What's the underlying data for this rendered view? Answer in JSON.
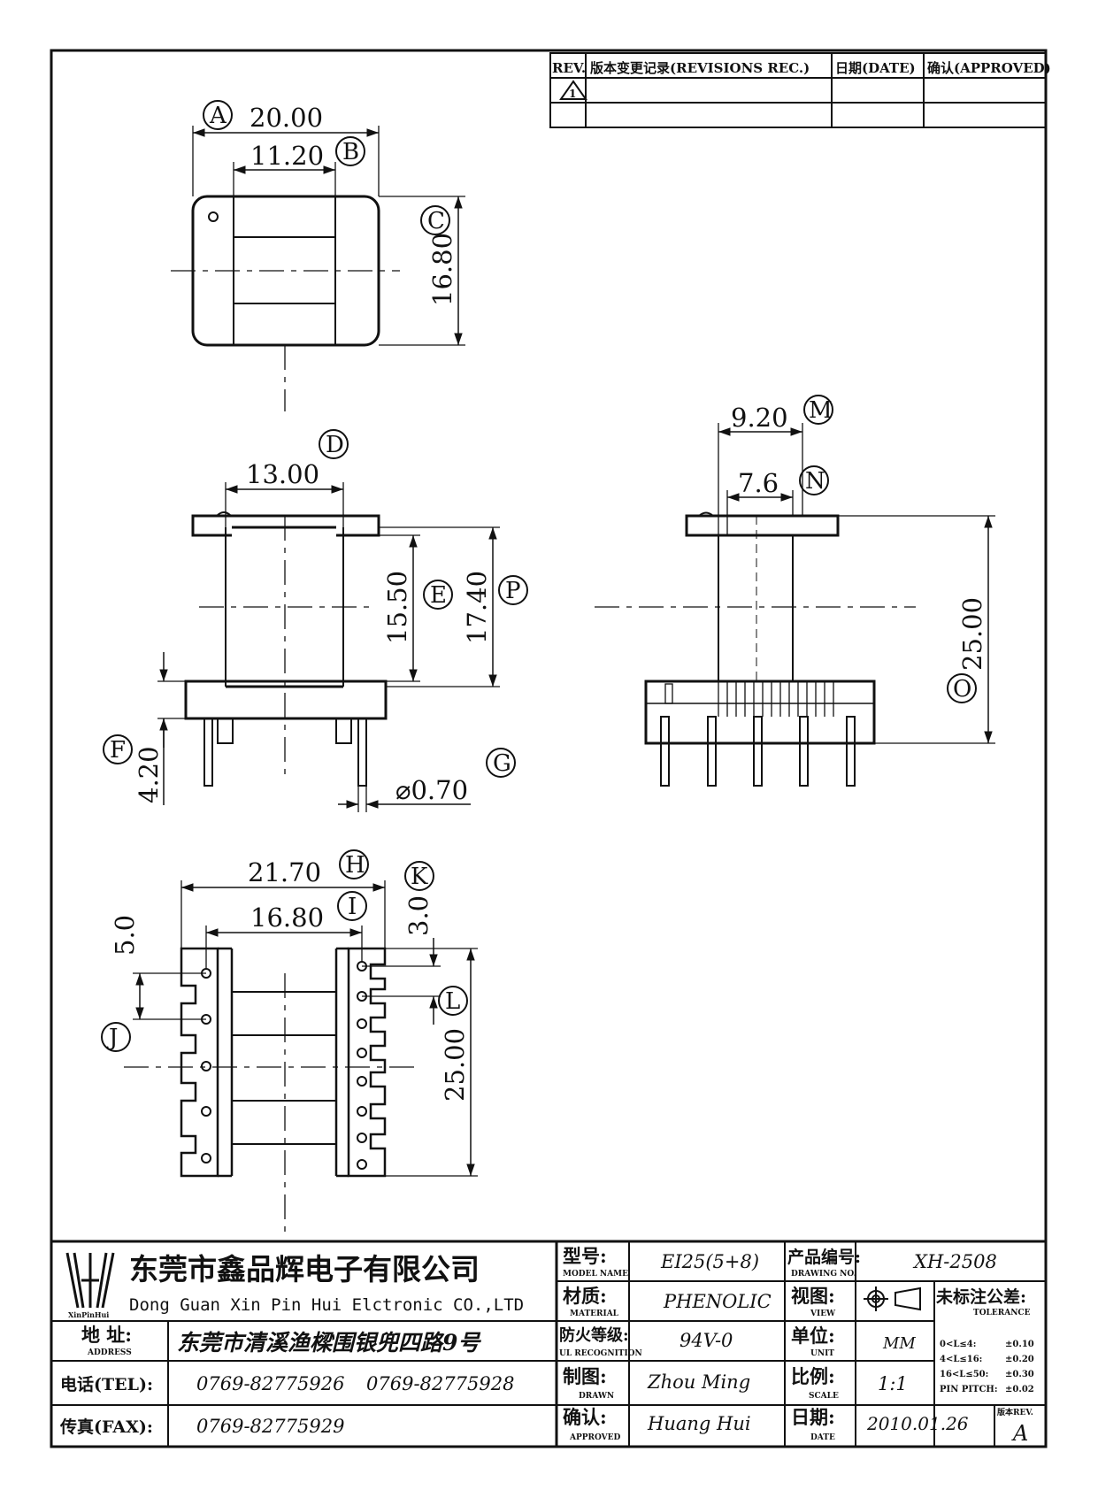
{
  "revisions": {
    "header": [
      "REV.",
      "版本变更记录(REVISIONS REC.)",
      "日期(DATE)",
      "确认(APPROVED)"
    ],
    "rows": [
      [
        "1",
        "",
        "",
        ""
      ],
      [
        "",
        "",
        "",
        ""
      ]
    ]
  },
  "dimensions": {
    "top_view": {
      "A": "20.00",
      "B": "11.20",
      "C": "16.80"
    },
    "front_view": {
      "D": "13.00",
      "E": "15.50",
      "P": "17.40",
      "F": "4.20",
      "G": "⌀0.70"
    },
    "side_view": {
      "M": "9.20",
      "N": "7.6",
      "O": "25.00"
    },
    "bottom_view": {
      "H": "21.70",
      "I": "16.80",
      "J": "5.0",
      "K": "3.0",
      "L": "25.00"
    }
  },
  "balloons": [
    "A",
    "B",
    "C",
    "D",
    "E",
    "P",
    "F",
    "G",
    "M",
    "N",
    "O",
    "H",
    "I",
    "K",
    "J",
    "L"
  ],
  "title_block": {
    "logo_text": "XinPinHui",
    "company_cn": "东莞市鑫品辉电子有限公司",
    "company_en": "Dong Guan Xin Pin Hui Elctronic CO.,LTD",
    "address_label": "地  址:",
    "address_label_en": "ADDRESS",
    "address": "东莞市清溪渔樑围银兜四路9号",
    "tel_label": "电话(TEL):",
    "tel_1": "0769-82775926",
    "tel_2": "0769-82775928",
    "fax_label": "传真(FAX):",
    "fax": "0769-82775929",
    "model_label": "型号:",
    "model_label_en": "MODEL NAME",
    "model": "EI25(5+8)",
    "material_label": "材质:",
    "material_label_en": "MATERIAL",
    "material": "PHENOLIC",
    "ul_label": "防火等级:",
    "ul_label_en": "UL RECOGNITION",
    "ul": "94V-0",
    "drawn_label": "制图:",
    "drawn_label_en": "DRAWN",
    "drawn": "Zhou Ming",
    "approved_label": "确认:",
    "approved_label_en": "APPROVED",
    "approved": "Huang Hui",
    "drawing_no_label": "产品编号:",
    "drawing_no_label_en": "DRAWING NO.",
    "drawing_no": "XH-2508",
    "view_label": "视图:",
    "view_label_en": "VIEW",
    "unit_label": "单位:",
    "unit_label_en": "UNIT",
    "unit": "MM",
    "scale_label": "比例:",
    "scale_label_en": "SCALE",
    "scale": "1:1",
    "date_label": "日期:",
    "date_label_en": "DATE",
    "date": "2010.01.26",
    "tolerance_label": "未标注公差:",
    "tolerance_label_en": "TOLERANCE",
    "tolerances": [
      {
        "range": "0<L≤4:",
        "value": "±0.10"
      },
      {
        "range": "4<L≤16:",
        "value": "±0.20"
      },
      {
        "range": "16<L≤50:",
        "value": "±0.30"
      },
      {
        "range": "PIN PITCH:",
        "value": "±0.02"
      }
    ],
    "rev_label": "版本REV.",
    "rev": "A"
  }
}
